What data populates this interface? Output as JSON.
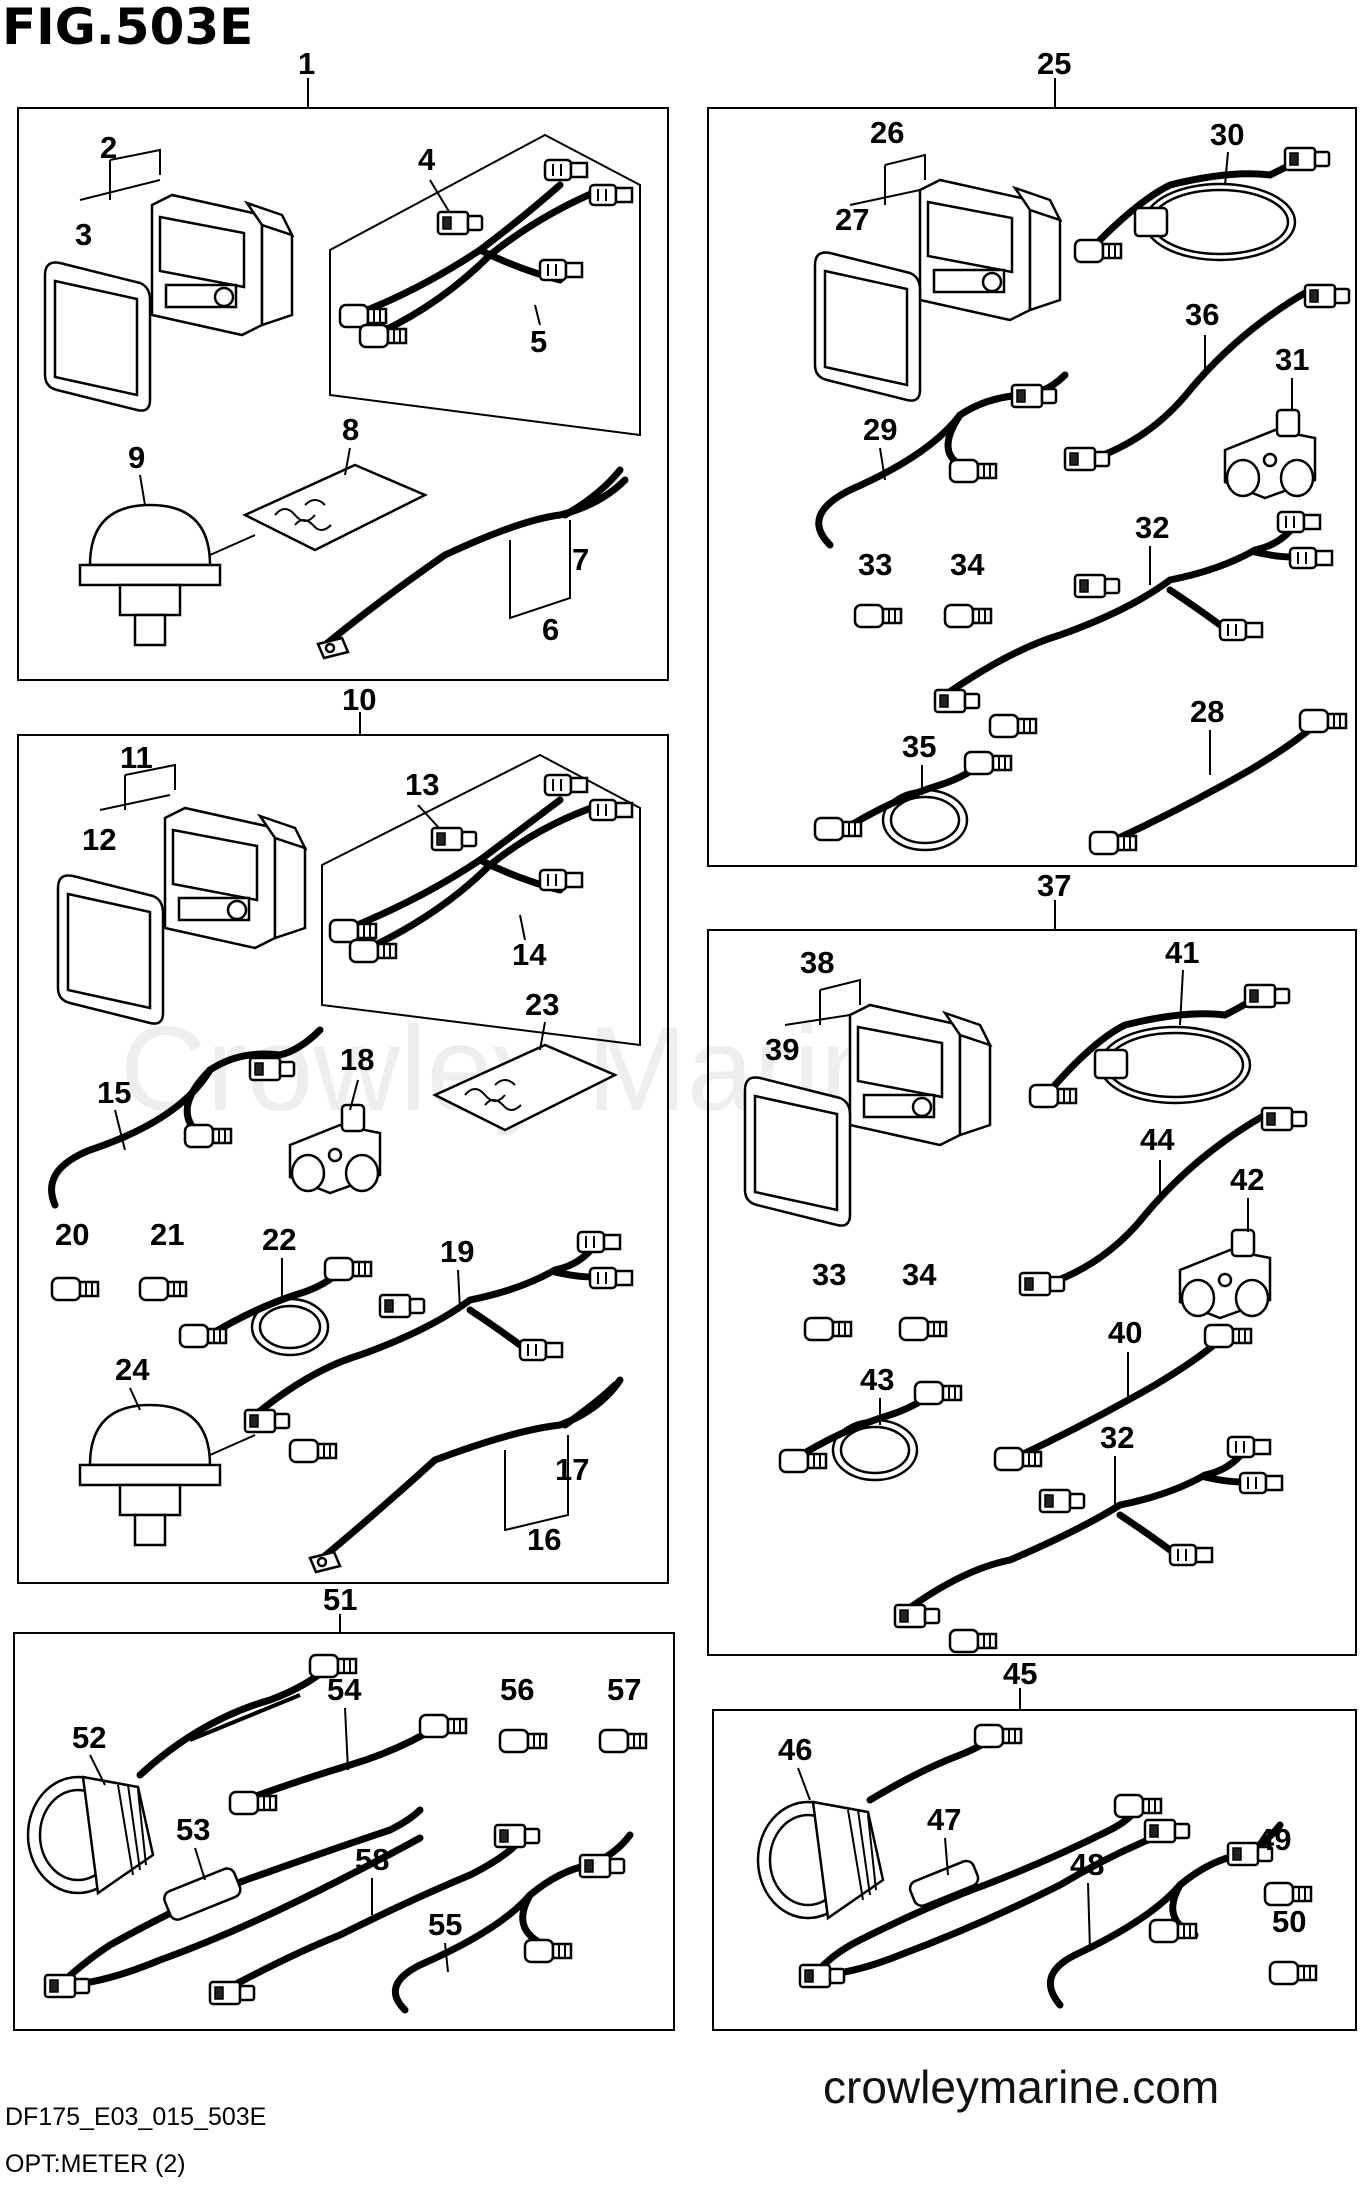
{
  "title": "FIG.503E",
  "footer": {
    "code": "DF175_E03_015_503E",
    "caption": "OPT:METER (2)",
    "website": "crowleymarine.com",
    "watermark": "Crowley Marine"
  },
  "callouts": {
    "c1": "1",
    "c2": "2",
    "c3": "3",
    "c4": "4",
    "c5": "5",
    "c6": "6",
    "c7": "7",
    "c8": "8",
    "c9": "9",
    "c10": "10",
    "c11": "11",
    "c12": "12",
    "c13": "13",
    "c14": "14",
    "c15": "15",
    "c16": "16",
    "c17": "17",
    "c18": "18",
    "c19": "19",
    "c20": "20",
    "c21": "21",
    "c22": "22",
    "c23": "23",
    "c24": "24",
    "c25": "25",
    "c26": "26",
    "c27": "27",
    "c28": "28",
    "c29": "29",
    "c30": "30",
    "c31": "31",
    "c32a": "32",
    "c33a": "33",
    "c34a": "34",
    "c35": "35",
    "c36": "36",
    "c37": "37",
    "c38": "38",
    "c39": "39",
    "c40": "40",
    "c41": "41",
    "c42": "42",
    "c32b": "32",
    "c33b": "33",
    "c34b": "34",
    "c43": "43",
    "c44": "44",
    "c45": "45",
    "c46": "46",
    "c47": "47",
    "c48": "48",
    "c49": "49",
    "c50": "50",
    "c51": "51",
    "c52": "52",
    "c53": "53",
    "c54": "54",
    "c55": "55",
    "c56": "56",
    "c57": "57",
    "c58": "58"
  }
}
